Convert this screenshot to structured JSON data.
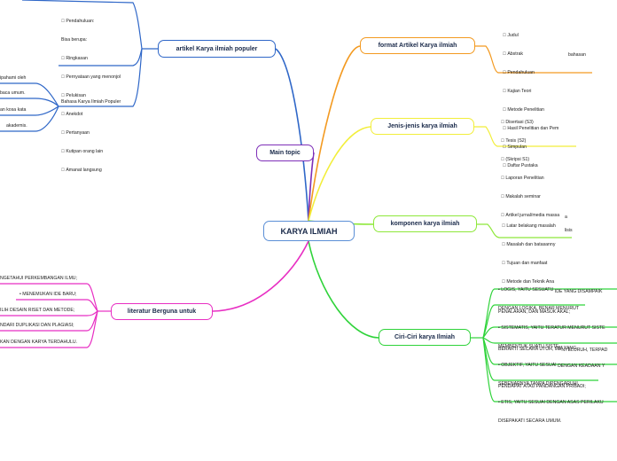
{
  "central": {
    "label": "KARYA ILMIAH"
  },
  "main_topic": {
    "label": "Main topic"
  },
  "artikel": {
    "label": "artikel Karya ilmiah populer",
    "pendahuluan_lines": [
      " Pendahuluan:",
      "Bisa berupa:",
      " Ringkasan",
      " Pernyataan yang menonjol",
      " Pelukisan",
      " Anekdot",
      " Pertanyaan",
      " Kutipan orang lain",
      " Amanat langsung"
    ],
    "bahasa_label": "Bahasa Karya Ilmiah Populer",
    "bahasa_items": [
      "ipahami oleh",
      "baca umum.",
      "an kosa kata",
      "akademis."
    ]
  },
  "format": {
    "label": "format Artikel Karya ilmiah",
    "items": [
      " Judul",
      " Abstrak",
      " Pendahuluan",
      " Kajian Teori",
      " Metode Penelitian",
      " Hasil Penelitian dan Pem",
      " Simpulan",
      " Daftar Pustaka"
    ],
    "overflow": "bahasan"
  },
  "jenis": {
    "label": "Jenis-jenis karya ilmiah",
    "items": [
      " Disertasi (S3)",
      " Tesis (S2)",
      " (Skripsi S1)",
      " Laporan Penelitian",
      " Makalah seminar",
      " Artikel jurnal/media massa"
    ]
  },
  "komponen": {
    "label": "komponen karya ilmiah",
    "items": [
      " Latar belakang masalah",
      " Masalah dan batasanny",
      " Tujuan dan manfaat",
      " Metode dan Teknik Ana"
    ],
    "overflow": [
      "a",
      "lisis"
    ]
  },
  "ciri": {
    "label": "Ciri-Ciri karya Ilmiah",
    "items": [
      [
        "• LOGIS, YAITU SESUATU ",
        "IDE YANG DISAMPAIK",
        "DENGAN LOGIKA, BENAR MENURUT"
      ],
      [
        "PENALARAN, DAN MASUK AKAL;"
      ],
      [
        "• SISTEMATIS, YAITU TERATUR MENURUT SISTE",
        "MEMBENTUK SUATU SISTE",
        "M YANG"
      ],
      [
        "BERARTI SECARA UTUH, ME",
        "NYELURUH, TERPAD"
      ],
      [
        "• OBJEKTIF, YAITU SESUAI ",
        "DENGAN KEADAAN Y",
        "SEBENARNYA TANPA DIPENGARUHI"
      ],
      [
        "PENDAPAT ATAU PANDANGAN PRIBADI;"
      ],
      [
        "• ETIS, YAITU SESUAI DENGAN ASAS PERILAKU",
        "DISEPAKATI SECARA UMUM."
      ]
    ]
  },
  "literatur": {
    "label": "literatur Berguna untuk",
    "items": [
      "NGETAHUI PERKEMBANGAN ILMU;",
      "• MENEMUKAN IDE BARU;",
      "ILIH DESAIN RISET DAN METODE;",
      "NDARI DUPLIKASI DAN PLAGIASI;",
      "KAN DENGAN KARYA TERDAHULU."
    ]
  }
}
